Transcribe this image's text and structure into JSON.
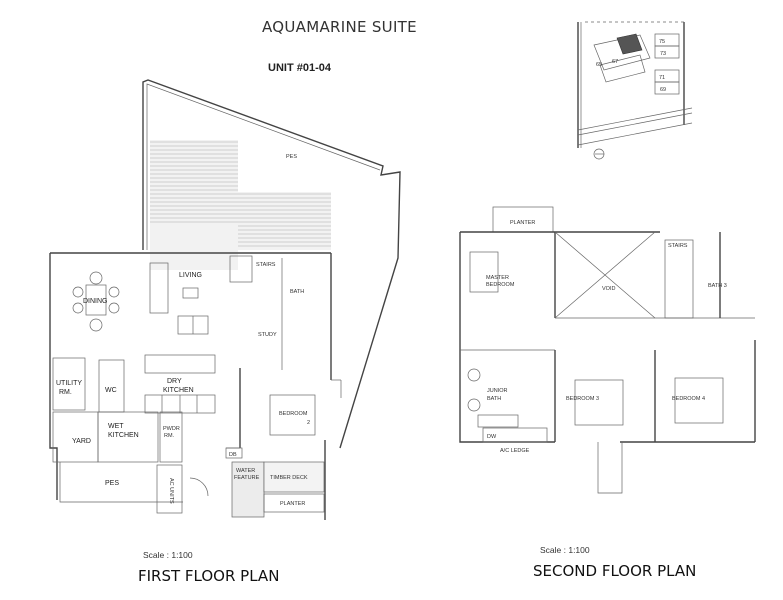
{
  "header": {
    "project_title": "AQUAMARINE SUITE",
    "unit_label": "UNIT #01-04"
  },
  "key_plan": {
    "blocks": [
      "67",
      "75",
      "73",
      "71",
      "69"
    ],
    "highlight_color": "#555555",
    "north_symbol": "compass-north"
  },
  "first_floor": {
    "title": "FIRST FLOOR PLAN",
    "scale": "Scale : 1:100",
    "rooms": {
      "pes_top": "PES",
      "living": "LIVING",
      "dining": "DINING",
      "stairs": "STAIRS",
      "bath": "BATH",
      "study": "STUDY",
      "bedroom2": "BEDROOM",
      "bedroom2_num": "2",
      "utility": "UTILITY",
      "utility2": "RM.",
      "wc": "WC",
      "dry_kitchen": "DRY",
      "dry_kitchen2": "KITCHEN",
      "yard": "YARD",
      "wet_kitchen": "WET",
      "wet_kitchen2": "KITCHEN",
      "pwdr": "PWDR",
      "pwdr2": "RM.",
      "pes_bottom": "PES",
      "ac_units": "AC UNITS",
      "db": "DB",
      "water_feature": "WATER",
      "water_feature2": "FEATURE",
      "timber_deck": "TIMBER DECK",
      "planter": "PLANTER"
    }
  },
  "second_floor": {
    "title": "SECOND FLOOR PLAN",
    "scale": "Scale : 1:100",
    "rooms": {
      "planter": "PLANTER",
      "master_bedroom": "MASTER",
      "master_bedroom2": "BEDROOM",
      "void": "VOID",
      "stairs": "STAIRS",
      "bath3": "BATH 3",
      "junior_bath": "JUNIOR",
      "junior_bath2": "BATH",
      "bedroom3": "BEDROOM 3",
      "bedroom4": "BEDROOM 4",
      "ac_ledge": "A/C LEDGE",
      "dw": "DW"
    }
  }
}
